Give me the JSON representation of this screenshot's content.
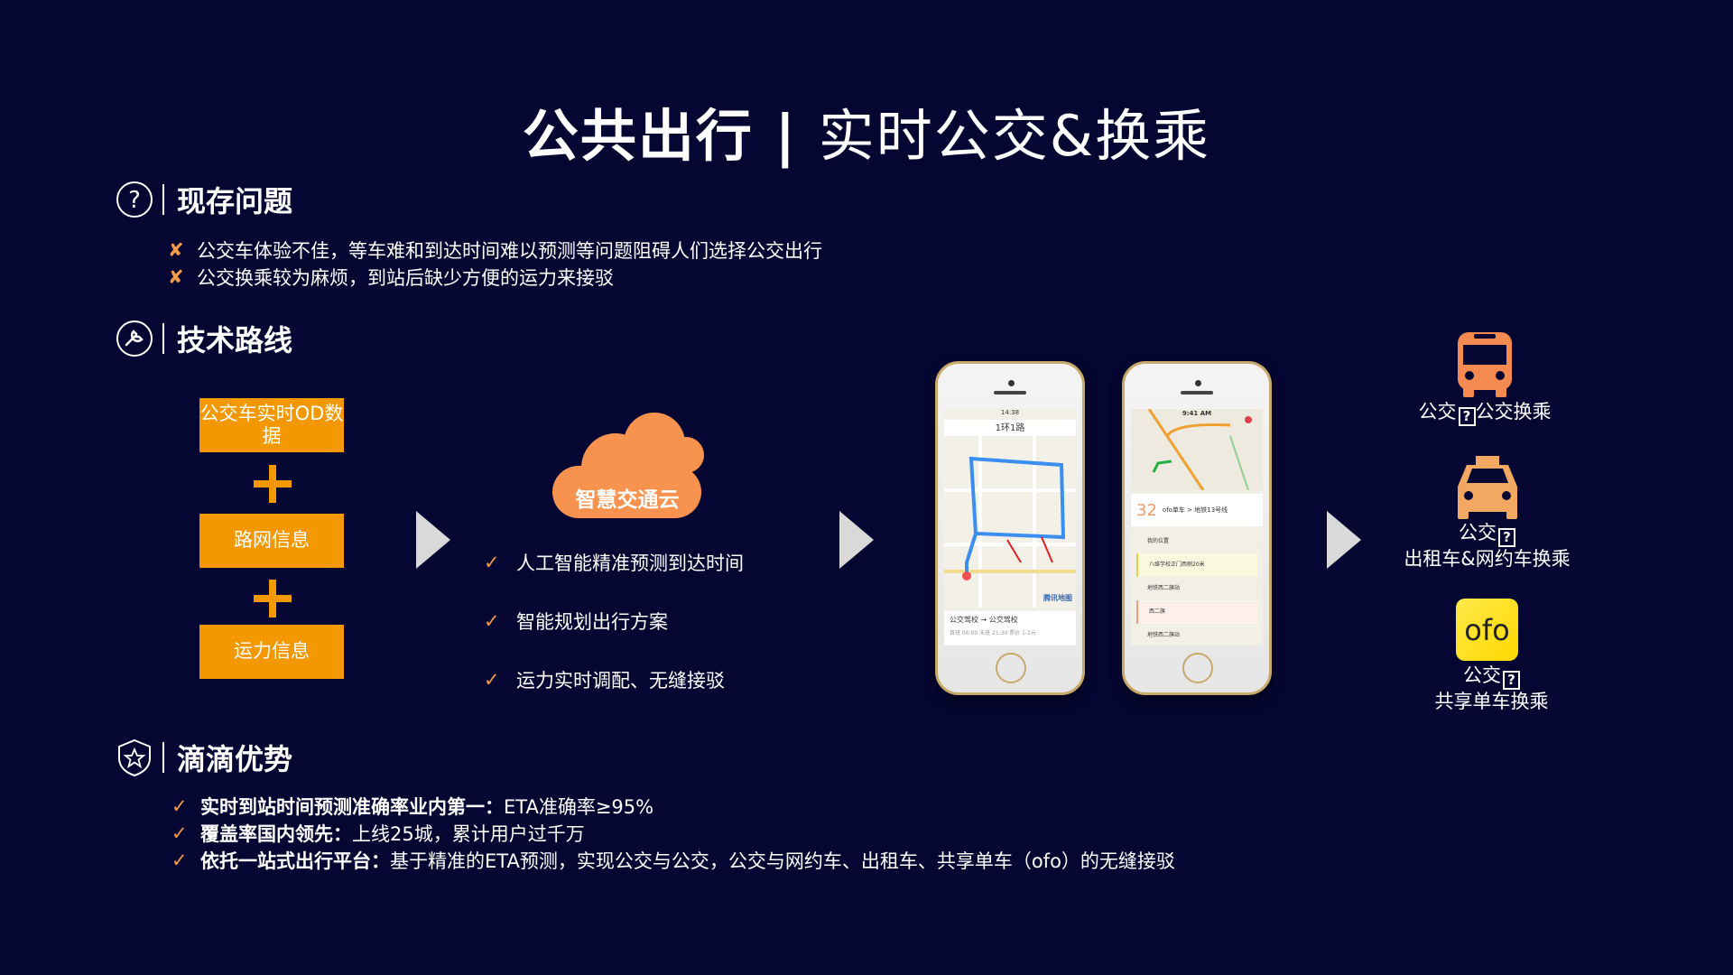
{
  "title": {
    "main": "公共出行",
    "sep": "|",
    "sub": "实时公交&换乘"
  },
  "sections": {
    "problems": {
      "heading": "现存问题",
      "icon": "question-circle-icon",
      "items": [
        "公交车体验不佳，等车难和到达时间难以预测等问题阻碍人们选择公交出行",
        "公交换乘较为麻烦，到站后缺少方便的运力来接驳"
      ],
      "marker": "✘"
    },
    "tech": {
      "heading": "技术路线",
      "icon": "wrench-circle-icon",
      "inputs": [
        "公交车实时OD数据",
        "路网信息",
        "运力信息"
      ],
      "cloud_label": "智慧交通云",
      "features": [
        "人工智能精准预测到达时间",
        "智能规划出行方案",
        "运力实时调配、无缝接驳"
      ],
      "marker": "✓"
    },
    "advantages": {
      "heading": "滴滴优势",
      "icon": "shield-star-icon",
      "marker": "✓",
      "items": [
        {
          "bold": "实时到站时间预测准确率业内第一：",
          "text": "ETA准确率≥95%"
        },
        {
          "bold": "覆盖率国内领先：",
          "text": "上线25城，累计用户过千万"
        },
        {
          "bold": "依托一站式出行平台：",
          "text": "基于精准的ETA预测，实现公交与公交，公交与网约车、出租车、共享单车（ofo）的无缝接驳"
        }
      ]
    }
  },
  "phones": {
    "left": {
      "title": "1环1路",
      "status": "14:38",
      "footer": "公交驾校 → 公交驾校",
      "footer_sub": "首班 06:00  末班 21:30  票价 1-2元",
      "map_brand": "腾讯地图"
    },
    "right": {
      "status": "9:41 AM",
      "eta": "32",
      "route": "ofo单车 > 地铁13号线",
      "steps": [
        "我的位置",
        "八维学校正门西侧20米",
        "地铁西二旗站",
        "西二旗",
        "地铁西二旗站"
      ]
    }
  },
  "modes": [
    {
      "icon": "bus-icon",
      "line1": "公交",
      "line2": "公交换乘",
      "inline": true
    },
    {
      "icon": "taxi-icon",
      "line1": "公交",
      "line2": "出租车&网约车换乘",
      "inline": false
    },
    {
      "icon": "ofo-logo-icon",
      "logo_text": "ofo",
      "line1": "公交",
      "line2": "共享单车换乘",
      "inline": false
    }
  ],
  "colors": {
    "background": "#050732",
    "accent": "#f39800",
    "marker": "#f39a4a",
    "bus": "#f58a50",
    "taxi": "#f2a860",
    "ofo": "#ffe000"
  }
}
